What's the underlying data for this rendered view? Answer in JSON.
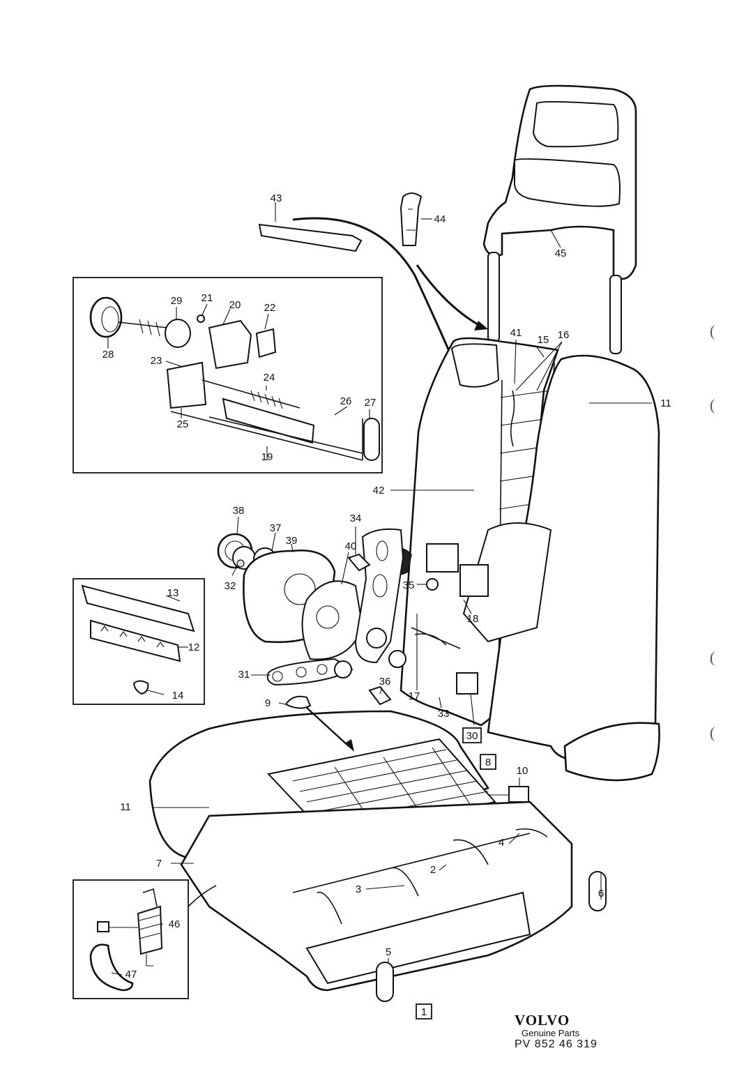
{
  "callouts": [
    "1",
    "2",
    "3",
    "4",
    "5",
    "6",
    "7",
    "8",
    "9",
    "10",
    "11",
    "11",
    "12",
    "13",
    "14",
    "15",
    "16",
    "17",
    "18",
    "19",
    "20",
    "21",
    "22",
    "23",
    "24",
    "25",
    "26",
    "27",
    "28",
    "29",
    "30",
    "31",
    "32",
    "33",
    "34",
    "35",
    "36",
    "37",
    "38",
    "39",
    "40",
    "41",
    "42",
    "43",
    "44",
    "45",
    "46",
    "47"
  ],
  "boxed_callouts": [
    "1",
    "8",
    "30"
  ],
  "brand": {
    "name": "VOLVO",
    "subtitle": "Genuine Parts",
    "code": "PV 852 46 319"
  },
  "margin_marks": [
    "(",
    "(",
    "(",
    "("
  ]
}
